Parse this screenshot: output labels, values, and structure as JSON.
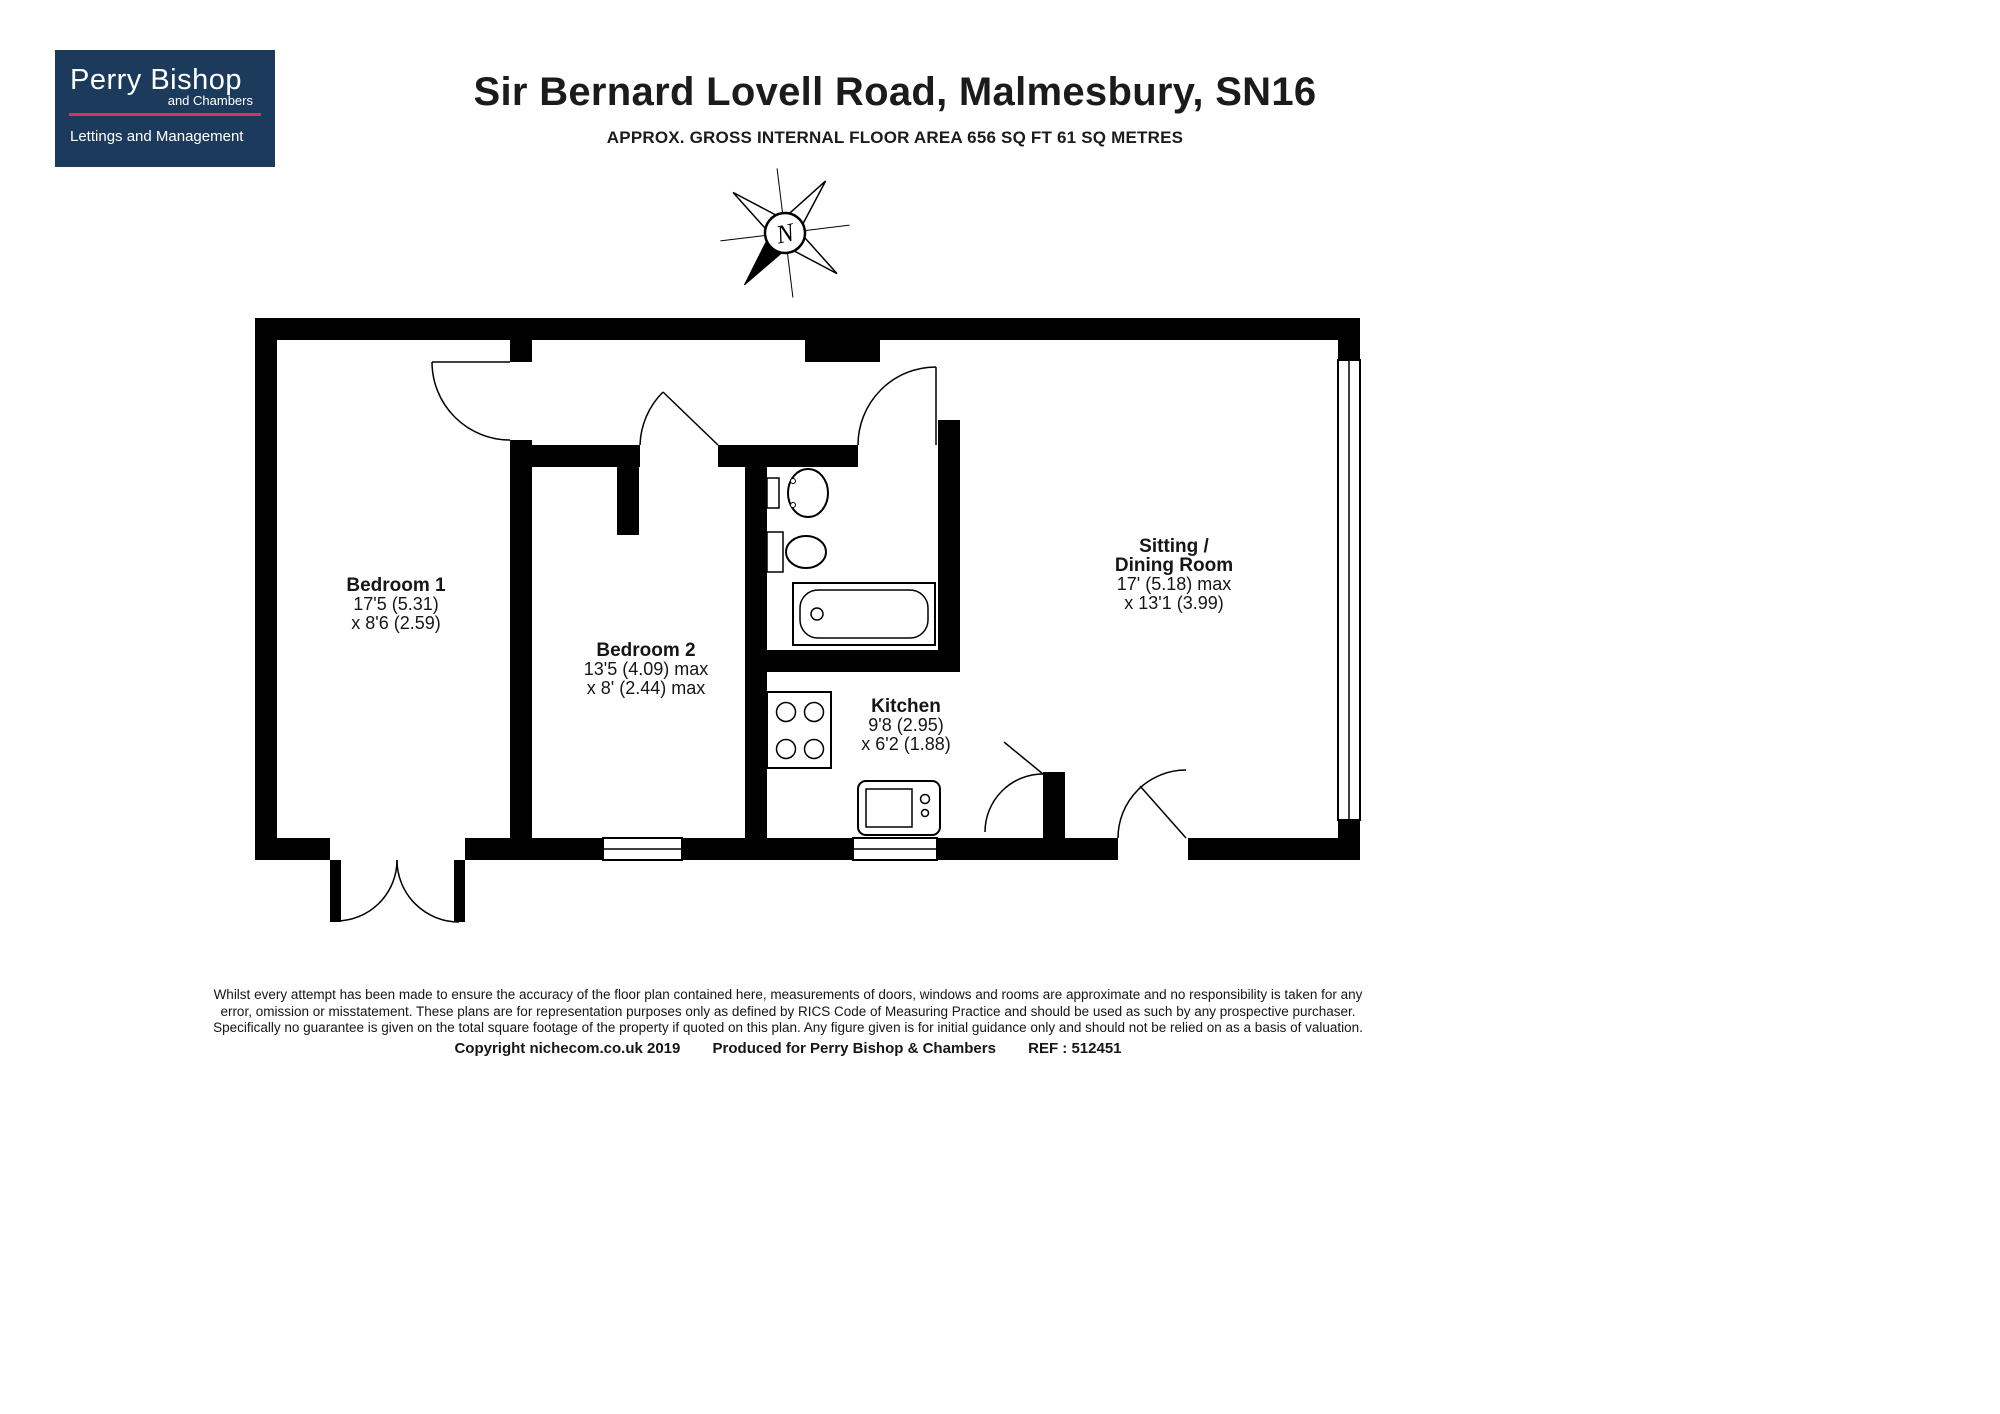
{
  "colors": {
    "navy": "#1c3a5c",
    "accent": "#d6336c",
    "plan": "#000000"
  },
  "logo": {
    "name": "Perry Bishop",
    "tagline": "and Chambers",
    "department": "Lettings and Management"
  },
  "header": {
    "title": "Sir Bernard Lovell Road, Malmesbury, SN16",
    "subtitle": "APPROX. GROSS INTERNAL FLOOR AREA 656 SQ FT 61 SQ METRES"
  },
  "compass": {
    "north_label": "N"
  },
  "rooms": {
    "bedroom1": {
      "name": "Bedroom 1",
      "dim1": "17'5 (5.31)",
      "dim2": "x 8'6 (2.59)"
    },
    "bedroom2": {
      "name": "Bedroom 2",
      "dim1": "13'5 (4.09) max",
      "dim2": "x 8' (2.44) max"
    },
    "kitchen": {
      "name": "Kitchen",
      "dim1": "9'8 (2.95)",
      "dim2": "x 6'2 (1.88)"
    },
    "sitting": {
      "name_line1": "Sitting /",
      "name_line2": "Dining Room",
      "dim1": "17' (5.18) max",
      "dim2": "x 13'1 (3.99)"
    }
  },
  "footer": {
    "disclaimer": [
      "Whilst every attempt has been made to ensure the accuracy of the floor plan contained here, measurements of doors, windows and rooms are approximate and no responsibility is taken for any",
      "error, omission or misstatement. These plans are for representation purposes only as defined by RICS Code of Measuring Practice and should be used as such by any prospective purchaser.",
      "Specifically no guarantee is given on the total square footage of the property if quoted on this plan. Any figure given is for initial guidance only and should not be relied on as a basis of valuation."
    ],
    "copyright": "Copyright nichecom.co.uk 2019",
    "produced": "Produced for Perry Bishop & Chambers",
    "ref": "REF :  512451"
  }
}
